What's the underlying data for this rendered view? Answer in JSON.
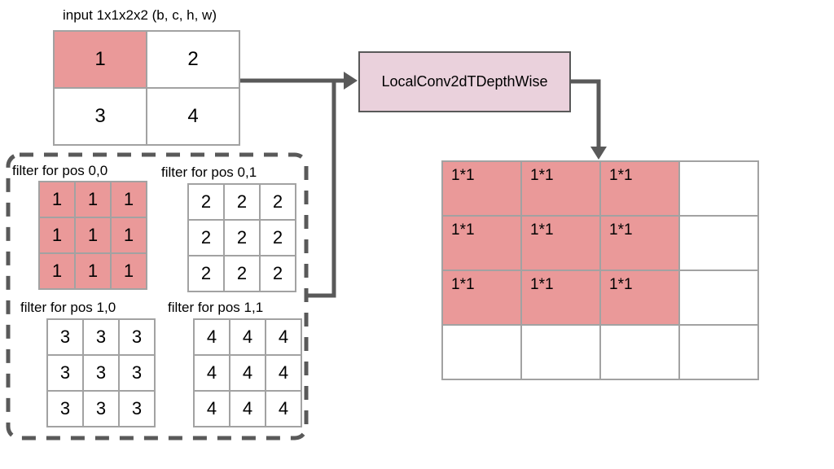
{
  "diagram": {
    "input": {
      "label": "input 1x1x2x2 (b, c, h, w)",
      "rows": [
        [
          "1",
          "2"
        ],
        [
          "3",
          "4"
        ]
      ],
      "highlight": [
        [
          true,
          false
        ],
        [
          false,
          false
        ]
      ]
    },
    "op_box": {
      "label": "LocalConv2dTDepthWise"
    },
    "filters": [
      {
        "label": "filter for pos 0,0",
        "highlighted": true,
        "rows": [
          [
            "1",
            "1",
            "1"
          ],
          [
            "1",
            "1",
            "1"
          ],
          [
            "1",
            "1",
            "1"
          ]
        ]
      },
      {
        "label": "filter for pos 0,1",
        "highlighted": false,
        "rows": [
          [
            "2",
            "2",
            "2"
          ],
          [
            "2",
            "2",
            "2"
          ],
          [
            "2",
            "2",
            "2"
          ]
        ]
      },
      {
        "label": "filter for pos 1,0",
        "highlighted": false,
        "rows": [
          [
            "3",
            "3",
            "3"
          ],
          [
            "3",
            "3",
            "3"
          ],
          [
            "3",
            "3",
            "3"
          ]
        ]
      },
      {
        "label": "filter for pos 1,1",
        "highlighted": false,
        "rows": [
          [
            "4",
            "4",
            "4"
          ],
          [
            "4",
            "4",
            "4"
          ],
          [
            "4",
            "4",
            "4"
          ]
        ]
      }
    ],
    "output": {
      "rows": [
        [
          "1*1",
          "1*1",
          "1*1",
          ""
        ],
        [
          "1*1",
          "1*1",
          "1*1",
          ""
        ],
        [
          "1*1",
          "1*1",
          "1*1",
          ""
        ],
        [
          "",
          "",
          "",
          ""
        ]
      ],
      "highlight": [
        [
          true,
          true,
          true,
          false
        ],
        [
          true,
          true,
          true,
          false
        ],
        [
          true,
          true,
          true,
          false
        ],
        [
          false,
          false,
          false,
          false
        ]
      ]
    },
    "colors": {
      "highlight_fill": "#ea9999",
      "op_box_fill": "#ead1dc",
      "op_box_border": "#595959",
      "arrow": "#595959",
      "dashed_border": "#595959",
      "grid_border": "#a2a2a2",
      "text": "#000000"
    }
  }
}
